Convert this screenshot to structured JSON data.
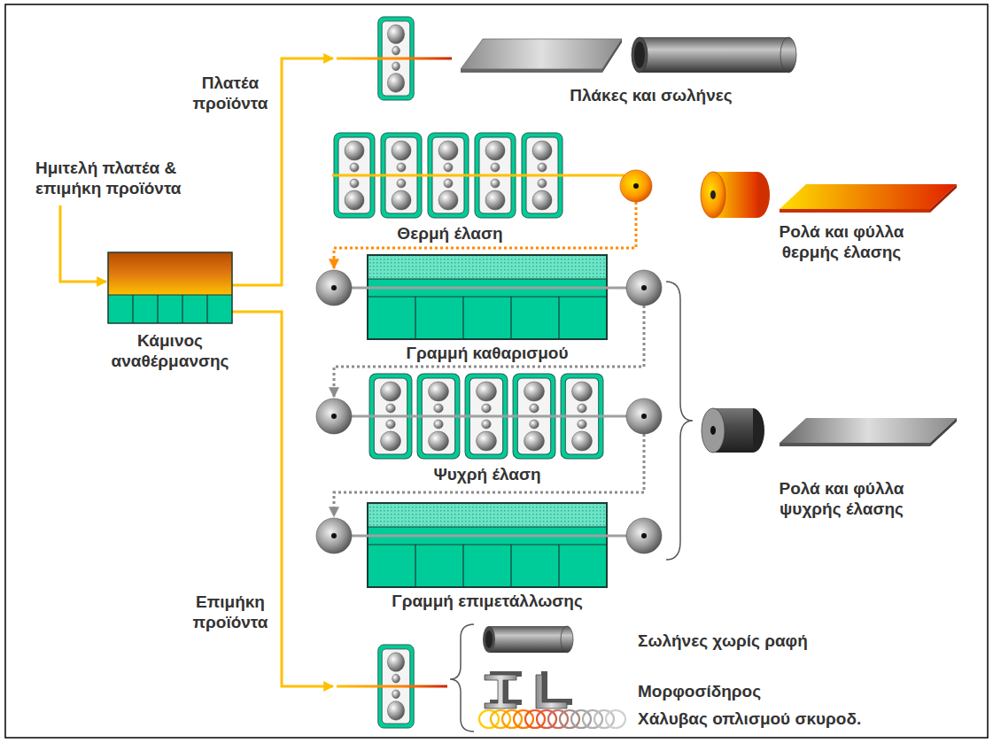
{
  "diagram": {
    "nodes": [
      {
        "text": [
          "Κάμινος αναθέρμανσης"
        ]
      },
      {
        "text": [
          "Θερμή έλαση"
        ]
      },
      {
        "text": [
          "Γραμμή καθαρισμού"
        ]
      },
      {
        "text": [
          "Ψυχρή έλαση"
        ]
      },
      {
        "text": [
          "Γραμμή επιμετάλλωσης"
        ]
      }
    ],
    "edges": [
      {
        "from": 1,
        "to": 2,
        "arrow": "to"
      },
      {
        "from": 2,
        "to": 3,
        "arrow": "to"
      },
      {
        "from": 3,
        "to": 4,
        "arrow": "to"
      }
    ],
    "labels": [
      "Ημιτελή πλατέα & επιμήκη προϊόντα",
      "Πλατέα προϊόντα",
      "Πλάκες και σωλήνες",
      "Ρολά και φύλλα θερμής έλασης",
      "Ρολά και φύλλα ψυχρής έλασης",
      "Επιμήκη προϊόντα",
      "Σωλήνες χωρίς ραφή",
      "Μορφοσίδηρος",
      "Χάλυβας οπλισμού σκυροδ."
    ]
  }
}
